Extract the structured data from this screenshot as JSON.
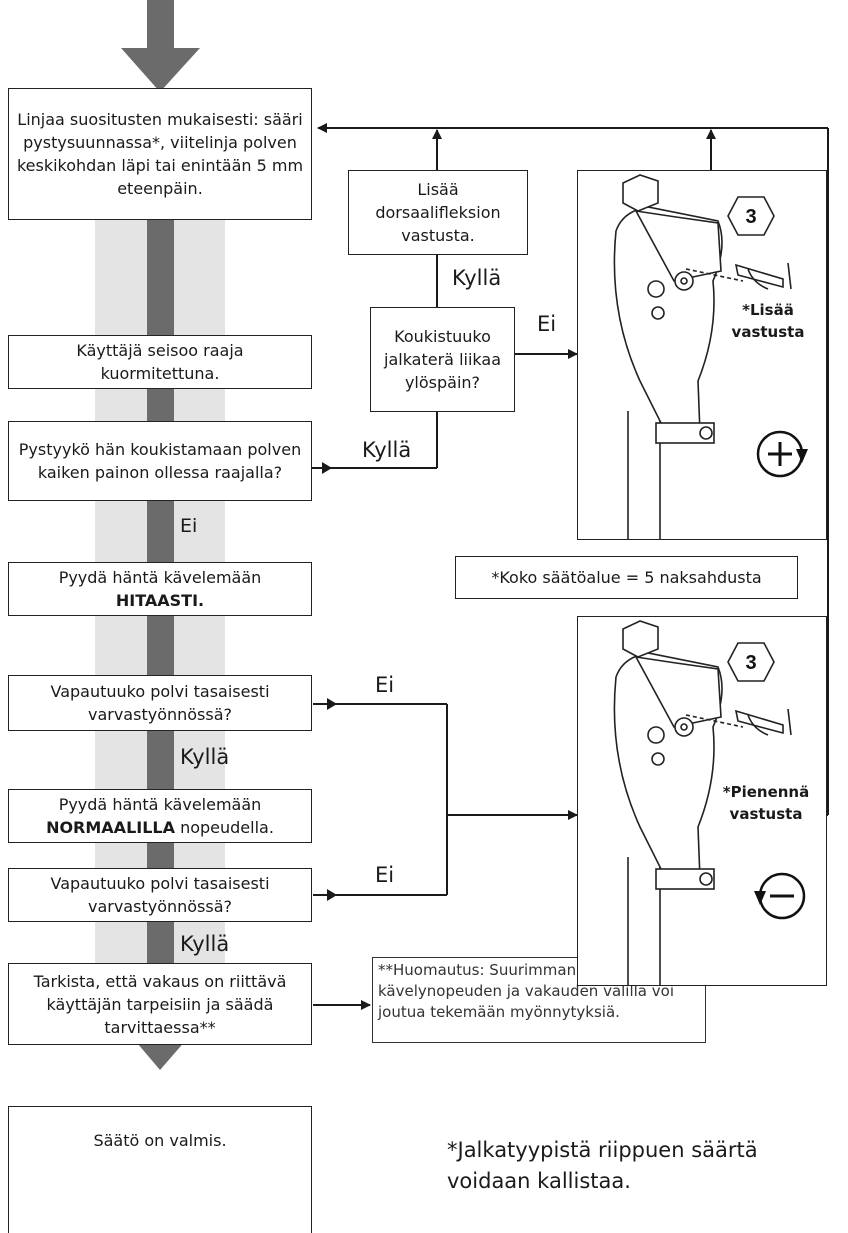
{
  "colors": {
    "track": "#e4e4e4",
    "spine": "#6b6b6b",
    "line": "#1a1a1a"
  },
  "steps": {
    "s1": "Linjaa suositusten mukaisesti: sääri pystysuunnassa*, viitelinja polven keskikohdan läpi tai enintään 5 mm eteenpäin.",
    "s2": "Käyttäjä seisoo raaja kuormitettuna.",
    "s3": "Pystyykö hän koukistamaan polven kaiken painon ollessa raajalla?",
    "s4a": "Pyydä häntä kävelemään",
    "s4b": "HITAASTI.",
    "s5": "Vapautuuko polvi tasaisesti varvastyönnössä?",
    "s6a": "Pyydä häntä kävelemään",
    "s6b": "NORMAALILLA",
    "s6c": " nopeudella.",
    "s7": "Vapautuuko polvi tasaisesti varvastyönnössä?",
    "s8": "Tarkista, että vakaus on riittävä käyttäjän tarpeisiin ja säädä tarvittaessa**",
    "s9": "Säätö on valmis."
  },
  "branch": {
    "dorsi": "Lisää dorsaalifleksion vastusta.",
    "question": "Koukistuuko jalkaterä liikaa ylöspäin?"
  },
  "labels": {
    "kylla_top": "Kyllä",
    "ei_question": "Ei",
    "kylla_s3": "Kyllä",
    "ei_s3": "Ei",
    "ei_s5": "Ei",
    "kylla_s5": "Kyllä",
    "ei_s7": "Ei",
    "kylla_s7": "Kyllä"
  },
  "panels": {
    "top": {
      "hex": "3",
      "text": "*Lisää vastusta",
      "icon": "plus-rotate-icon"
    },
    "bottom": {
      "hex": "3",
      "text": "*Pienennä vastusta",
      "icon": "minus-rotate-icon"
    }
  },
  "range_note": "*Koko säätöalue = 5 naksahdusta",
  "remark": "**Huomautus: Suurimman kävelynopeuden ja vakauden välillä voi joutua tekemään myönnytyksiä.",
  "footnote": "*Jalkatyypistä riippuen säärtä voidaan kallistaa."
}
